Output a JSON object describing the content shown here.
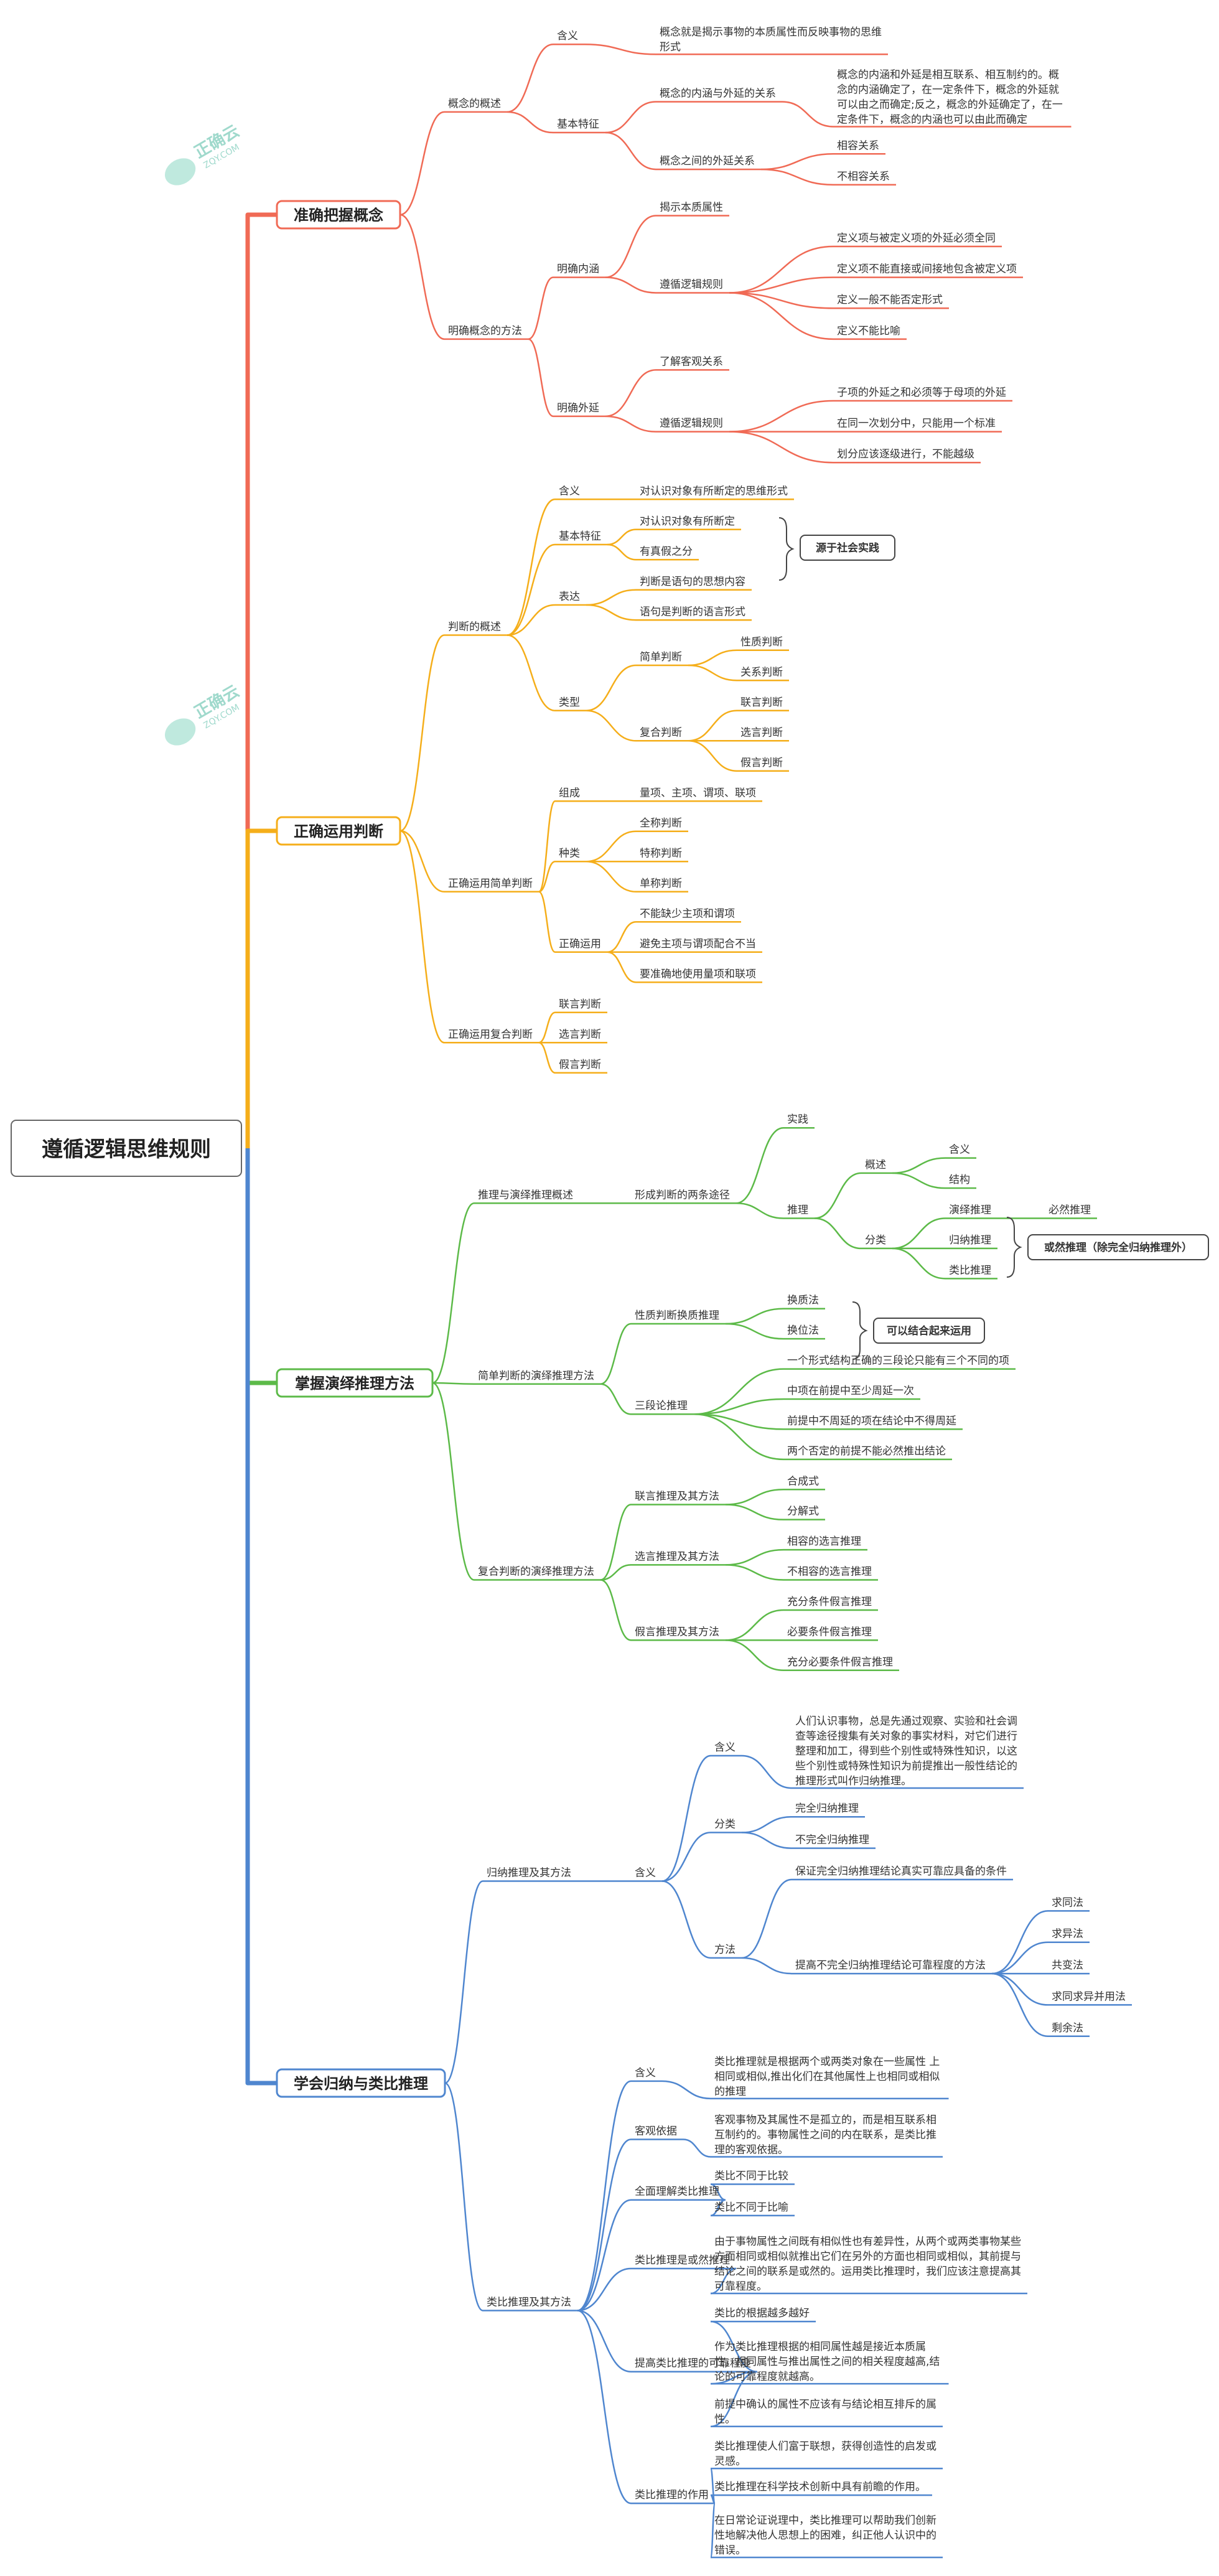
{
  "title": "遵循逻辑思维规则",
  "watermark": {
    "line1": "正确云",
    "line2": "ZQY.COM"
  },
  "colors": {
    "red": "#f06a55",
    "orange": "#f5ae1a",
    "green": "#5cba48",
    "blue": "#4f86cf",
    "trunk": "#4f86cf"
  },
  "sections": [
    {
      "title": "准确把握概念",
      "color": "#f06a55",
      "children": [
        {
          "text": "概念的概述",
          "children": [
            {
              "text": "含义",
              "children": [
                {
                  "text": [
                    "概念就是揭示事物的本质属性而反映事物的思维",
                    "形式"
                  ]
                }
              ]
            },
            {
              "text": "基本特征",
              "children": [
                {
                  "text": "概念的内涵与外延的关系",
                  "children": [
                    {
                      "text": [
                        "概念的内涵和外延是相互联系、相互制约的。概",
                        "念的内涵确定了，在一定条件下，概念的外延就",
                        "可以由之而确定;反之，概念的外延确定了，在一",
                        "定条件下，概念的内涵也可以由此而确定"
                      ]
                    }
                  ]
                },
                {
                  "text": "概念之间的外延关系",
                  "children": [
                    {
                      "text": "相容关系"
                    },
                    {
                      "text": "不相容关系"
                    }
                  ]
                }
              ]
            }
          ]
        },
        {
          "text": "明确概念的方法",
          "children": [
            {
              "text": "明确内涵",
              "children": [
                {
                  "text": "揭示本质属性"
                },
                {
                  "text": "遵循逻辑规则",
                  "children": [
                    {
                      "text": "定义项与被定义项的外延必须全同"
                    },
                    {
                      "text": "定义项不能直接或间接地包含被定义项"
                    },
                    {
                      "text": "定义一般不能否定形式"
                    },
                    {
                      "text": "定义不能比喻"
                    }
                  ]
                }
              ]
            },
            {
              "text": "明确外延",
              "children": [
                {
                  "text": "了解客观关系"
                },
                {
                  "text": "遵循逻辑规则",
                  "children": [
                    {
                      "text": "子项的外延之和必须等于母项的外延"
                    },
                    {
                      "text": "在同一次划分中，只能用一个标准"
                    },
                    {
                      "text": "划分应该逐级进行，不能越级"
                    }
                  ]
                }
              ]
            }
          ]
        }
      ]
    },
    {
      "title": "正确运用判断",
      "color": "#f5ae1a",
      "children": [
        {
          "text": "判断的概述",
          "children": [
            {
              "text": "含义",
              "children": [
                {
                  "text": "对认识对象有所断定的思维形式"
                }
              ]
            },
            {
              "text": "基本特征",
              "children": [
                {
                  "text": "对认识对象有所断定"
                },
                {
                  "text": "有真假之分"
                }
              ]
            },
            {
              "text": "表达",
              "children": [
                {
                  "text": "判断是语句的思想内容"
                },
                {
                  "text": "语句是判断的语言形式"
                }
              ]
            },
            {
              "text": "类型",
              "children": [
                {
                  "text": "简单判断",
                  "children": [
                    {
                      "text": "性质判断"
                    },
                    {
                      "text": "关系判断"
                    }
                  ]
                },
                {
                  "text": "复合判断",
                  "children": [
                    {
                      "text": "联言判断"
                    },
                    {
                      "text": "选言判断"
                    },
                    {
                      "text": "假言判断"
                    }
                  ]
                }
              ]
            }
          ]
        },
        {
          "text": "正确运用简单判断",
          "children": [
            {
              "text": "组成",
              "children": [
                {
                  "text": "量项、主项、谓项、联项"
                }
              ]
            },
            {
              "text": "种类",
              "children": [
                {
                  "text": "全称判断"
                },
                {
                  "text": "特称判断"
                },
                {
                  "text": "单称判断"
                }
              ]
            },
            {
              "text": "正确运用",
              "children": [
                {
                  "text": "不能缺少主项和谓项"
                },
                {
                  "text": "避免主项与谓项配合不当"
                },
                {
                  "text": "要准确地使用量项和联项"
                }
              ]
            }
          ]
        },
        {
          "text": "正确运用复合判断",
          "children": [
            {
              "text": "联言判断"
            },
            {
              "text": "选言判断"
            },
            {
              "text": "假言判断"
            }
          ]
        }
      ]
    },
    {
      "title": "掌握演绎推理方法",
      "color": "#5cba48",
      "children": [
        {
          "text": "推理与演绎推理概述",
          "children": [
            {
              "text": "形成判断的两条途径",
              "children": [
                {
                  "text": "实践"
                },
                {
                  "text": "推理",
                  "children": [
                    {
                      "text": "概述",
                      "children": [
                        {
                          "text": "含义"
                        },
                        {
                          "text": "结构"
                        }
                      ]
                    },
                    {
                      "text": "分类",
                      "children": [
                        {
                          "text": "演绎推理",
                          "children": [
                            {
                              "text": "必然推理"
                            }
                          ]
                        },
                        {
                          "text": "归纳推理"
                        },
                        {
                          "text": "类比推理"
                        }
                      ]
                    }
                  ]
                }
              ]
            }
          ]
        },
        {
          "text": "简单判断的演绎推理方法",
          "children": [
            {
              "text": "性质判断换质推理",
              "children": [
                {
                  "text": "换质法"
                },
                {
                  "text": "换位法"
                }
              ]
            },
            {
              "text": "三段论推理",
              "children": [
                {
                  "text": "一个形式结构正确的三段论只能有三个不同的项"
                },
                {
                  "text": "中项在前提中至少周延一次"
                },
                {
                  "text": "前提中不周延的项在结论中不得周延"
                },
                {
                  "text": "两个否定的前提不能必然推出结论"
                }
              ]
            }
          ]
        },
        {
          "text": "复合判断的演绎推理方法",
          "children": [
            {
              "text": "联言推理及其方法",
              "children": [
                {
                  "text": "合成式"
                },
                {
                  "text": "分解式"
                }
              ]
            },
            {
              "text": "选言推理及其方法",
              "children": [
                {
                  "text": "相容的选言推理"
                },
                {
                  "text": "不相容的选言推理"
                }
              ]
            },
            {
              "text": "假言推理及其方法",
              "children": [
                {
                  "text": "充分条件假言推理"
                },
                {
                  "text": "必要条件假言推理"
                },
                {
                  "text": "充分必要条件假言推理"
                }
              ]
            }
          ]
        }
      ]
    },
    {
      "title": "学会归纳与类比推理",
      "color": "#4f86cf",
      "children": [
        {
          "text": "归纳推理及其方法",
          "children": [
            {
              "text": "含义",
              "children": [
                {
                  "text": "含义",
                  "children": [
                    {
                      "text": [
                        "人们认识事物，总是先通过观察、实验和社会调",
                        "查等途径搜集有关对象的事实材料，对它们进行",
                        "整理和加工，得到些个别性或特殊性知识，以这",
                        "些个别性或特殊性知识为前提推出一般性结论的",
                        "推理形式叫作归纳推理。"
                      ]
                    }
                  ]
                },
                {
                  "text": "分类",
                  "children": [
                    {
                      "text": "完全归纳推理"
                    },
                    {
                      "text": "不完全归纳推理"
                    }
                  ]
                },
                {
                  "text": "方法",
                  "children": [
                    {
                      "text": "保证完全归纳推理结论真实可靠应具备的条件"
                    },
                    {
                      "text": "提高不完全归纳推理结论可靠程度的方法",
                      "children": [
                        {
                          "text": "求同法"
                        },
                        {
                          "text": "求异法"
                        },
                        {
                          "text": "共变法"
                        },
                        {
                          "text": "求同求异并用法"
                        },
                        {
                          "text": "剩余法"
                        }
                      ]
                    }
                  ]
                }
              ]
            }
          ]
        },
        {
          "text": "类比推理及其方法",
          "children": [
            {
              "text": "含义",
              "children": [
                {
                  "text": [
                    "类比推理就是根据两个或两类对象在一些属性 上",
                    "相同或相似,推出化们在其他属性上也相同或相似",
                    "的推理"
                  ]
                }
              ]
            },
            {
              "text": "客观依据",
              "children": [
                {
                  "text": [
                    "客观事物及其属性不是孤立的，而是相互联系相",
                    "互制约的。事物属性之间的内在联系，是类比推",
                    "理的客观依据。"
                  ]
                }
              ]
            },
            {
              "text": "全面理解类比推理",
              "children": [
                {
                  "text": "类比不同于比较"
                },
                {
                  "text": "类比不同于比喻"
                }
              ]
            },
            {
              "text": "类比推理是或然推理",
              "children": [
                {
                  "text": [
                    "由于事物属性之间既有相似性也有差异性，从两个或两类事物某些",
                    "方面相同或相似就推出它们在另外的方面也相同或相似，其前提与",
                    "结论之间的联系是或然的。运用类比推理时，我们应该注意提高其",
                    "可靠程度。"
                  ]
                }
              ]
            },
            {
              "text": "提高类比推理的可靠程度",
              "children": [
                {
                  "text": "类比的根据越多越好"
                },
                {
                  "text": [
                    "作为类比推理根据的相同属性越是接近本质属",
                    "性，相同属性与推出属性之间的相关程度越高,结",
                    "论的可靠程度就越高。"
                  ]
                },
                {
                  "text": [
                    "前提中确认的属性不应该有与结论相互排斥的属",
                    "性。"
                  ]
                }
              ]
            },
            {
              "text": "类比推理的作用",
              "children": [
                {
                  "text": [
                    "类比推理使人们富于联想，获得创造性的启发或",
                    "灵感。"
                  ]
                },
                {
                  "text": "类比推理在科学技术创新中具有前瞻的作用。"
                },
                {
                  "text": [
                    "在日常论证说理中，类比推理可以帮助我们创新",
                    "性地解决他人思想上的困难，纠正他人认识中的",
                    "错误。"
                  ]
                }
              ]
            }
          ]
        }
      ]
    }
  ],
  "callouts": [
    "源于社会实践",
    "或然推理（除完全归纳推理外）",
    "可以结合起来运用"
  ]
}
